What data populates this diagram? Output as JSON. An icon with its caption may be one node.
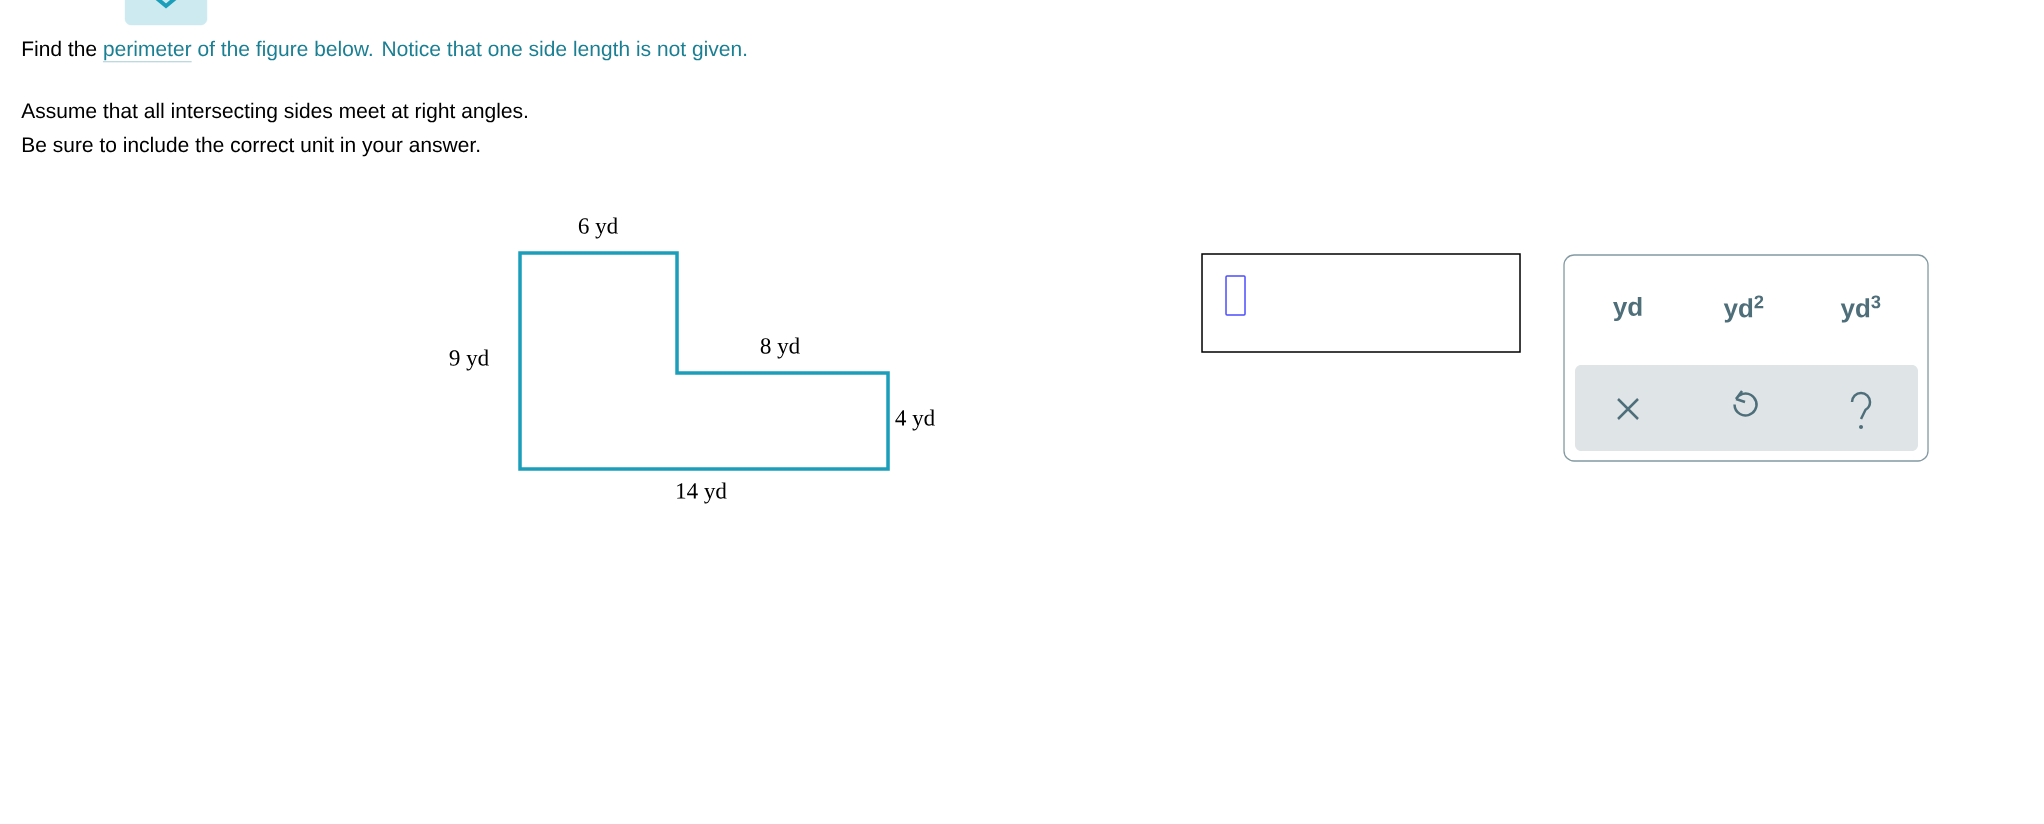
{
  "diagram": {
    "labels": [
      "Find the",
      "perimeter",
      "of the figure below. Notice that one side length is not given.",
      "Assume that all intersecting sides meet at right angles.",
      "Be sure to include the correct unit in your answer.",
      "6 yd",
      "9 yd",
      "8 yd",
      "4 yd",
      "14 yd",
      "yd",
      "yd$^{2}$",
      "yd$^{3}$"
    ]
  }
}
